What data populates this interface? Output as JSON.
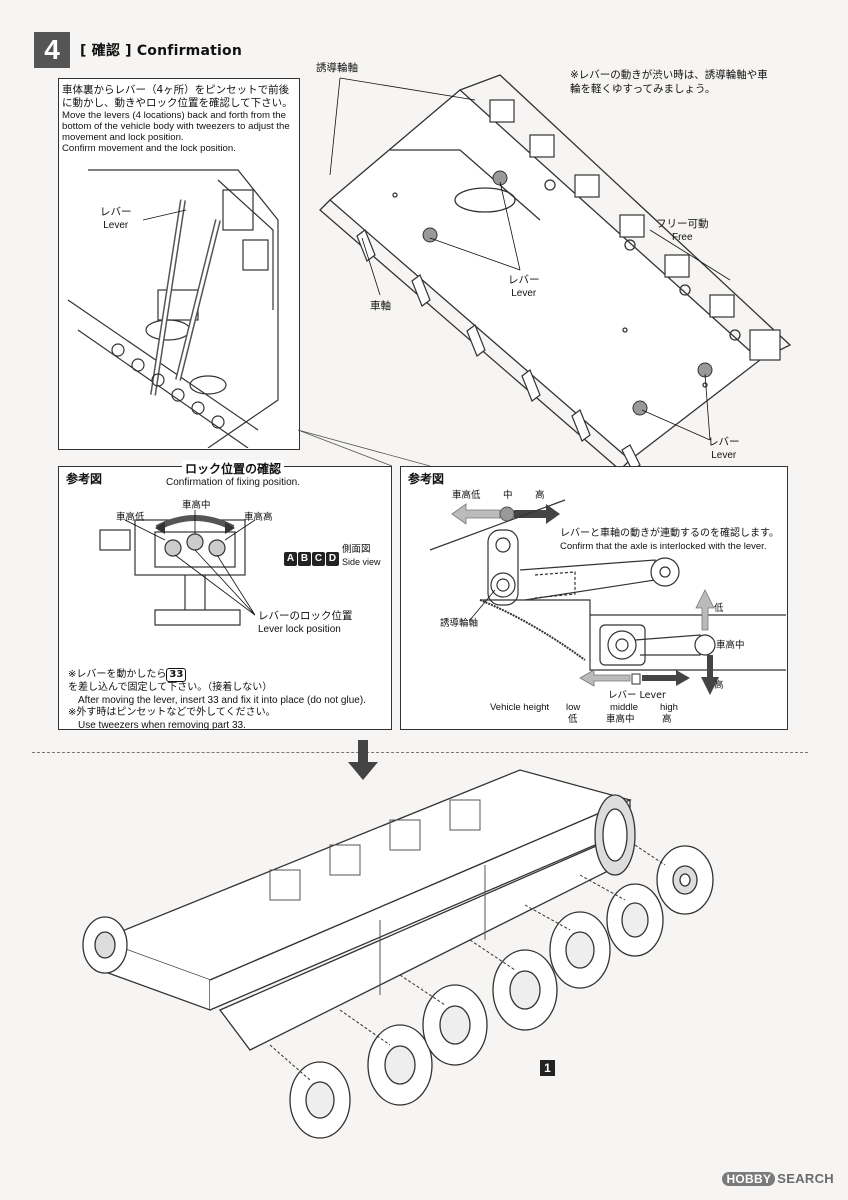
{
  "step": {
    "number": "4",
    "title": "[ 確認 ] Confirmation"
  },
  "instruction": {
    "jp": "車体裏からレバー（4ヶ所）をピンセットで前後に動かし、動きやロック位置を確認して下さい。",
    "en1": "Move the levers (4 locations) back and forth from the bottom of the vehicle body with tweezers to adjust the movement and lock position.",
    "en2": "Confirm movement and the lock position."
  },
  "top_labels": {
    "idler_axle": "誘導輪軸",
    "note_jp": "※レバーの動きが渋い時は、誘導輪軸や車輪を軽くゆすってみましょう。",
    "free_jp": "フリー可動",
    "free_en": "Free",
    "lever_jp": "レバー",
    "lever_en": "Lever",
    "axle_jp": "車軸"
  },
  "ref_left": {
    "header": "参考図",
    "title_jp": "ロック位置の確認",
    "title_en": "Confirmation of fixing position.",
    "low": "車高低",
    "mid": "車高中",
    "high": "車高高",
    "side_badges": [
      "A",
      "B",
      "C",
      "D"
    ],
    "side_jp": "側面図",
    "side_en": "Side view",
    "lock_jp": "レバーのロック位置",
    "lock_en": "Lever lock position",
    "note1_jp_a": "※レバーを動かしたら",
    "note1_part": "33",
    "note1_jp_b": "を差し込んで固定して下さい。（接着しない）",
    "note1_en": "After moving the lever, insert 33 and fix it into place (do not glue).",
    "note2_jp": "※外す時はピンセットなどで外してください。",
    "note2_en": "Use tweezers when removing part 33."
  },
  "ref_right": {
    "header": "参考図",
    "low": "車高低",
    "mid": "中",
    "high": "高",
    "interlock_jp": "レバーと車軸の動きが連動するのを確認します。",
    "interlock_en": "Confirm that the axle is interlocked with the lever.",
    "idler": "誘導輪軸",
    "lever": "レバー Lever",
    "arrow_low": "低",
    "arrow_mid": "車高中",
    "arrow_high": "高",
    "vh_en": "Vehicle height",
    "vh_low_en": "low",
    "vh_mid_en": "middle",
    "vh_high_en": "high",
    "vh_low_jp": "低",
    "vh_mid_jp": "車高中",
    "vh_high_jp": "高"
  },
  "bottom": {
    "badge": "1"
  },
  "watermark": {
    "logo": "HOBBY",
    "text": "SEARCH"
  }
}
